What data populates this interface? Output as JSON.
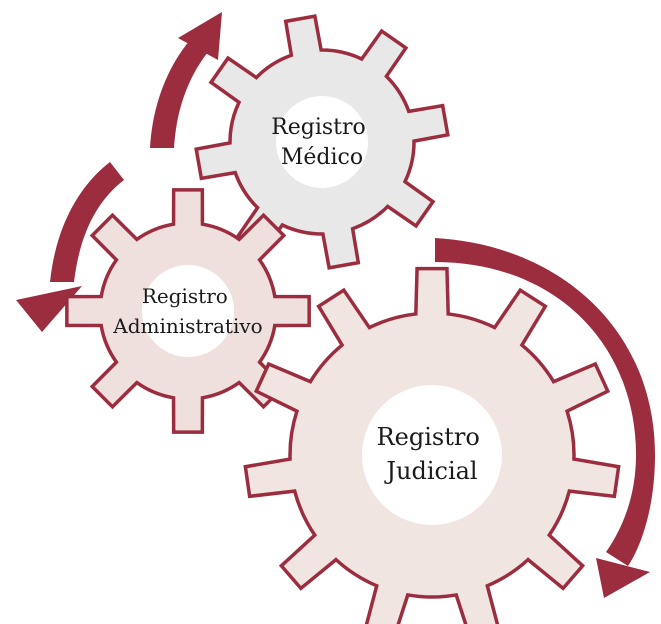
{
  "gears": [
    {
      "id": "medico",
      "lines": [
        "Registro",
        "Médico"
      ]
    },
    {
      "id": "administrativo",
      "lines": [
        "Registro",
        "Administrativo"
      ]
    },
    {
      "id": "judicial",
      "lines": [
        "Registro",
        "Judicial"
      ]
    }
  ],
  "colors": {
    "stroke": "#9b2d3f",
    "arrow": "#9b2d3f",
    "gear_medico_fill": "#e8e8e8",
    "gear_admin_fill": "#efe0de",
    "gear_judicial_fill": "#f1e5e2",
    "hub_fill": "#ffffff",
    "text": "#1a1a1a",
    "background": "#ffffff"
  },
  "icons": {
    "arrow_top": "curved-arrow-up-icon",
    "arrow_left": "curved-arrow-down-left-icon",
    "arrow_right": "curved-arrow-down-right-icon"
  }
}
